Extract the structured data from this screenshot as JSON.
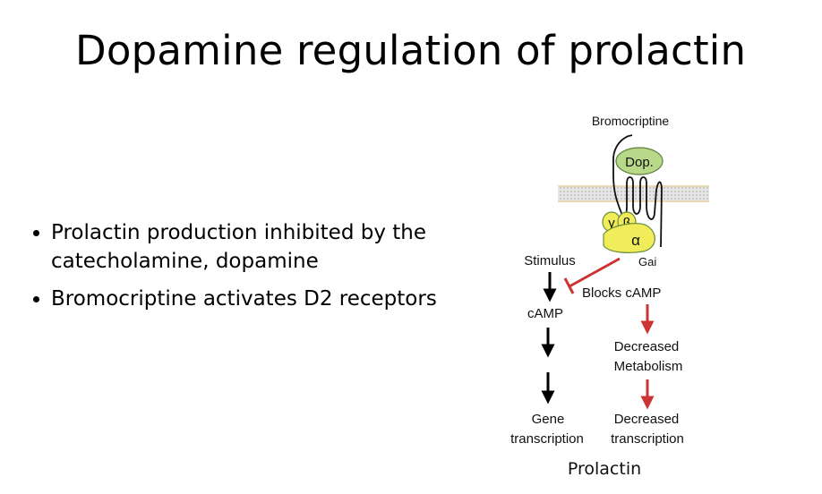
{
  "title": "Dopamine regulation of prolactin",
  "bullets": [
    "Prolactin production inhibited by the catecholamine, dopamine",
    "Bromocriptine activates D2 receptors"
  ],
  "diagram": {
    "top_label": "Bromocriptine",
    "ligand_label": "Dop.",
    "gamma_label": "γ",
    "beta_label": "β",
    "alpha_label": "α",
    "gai_label": "Gai",
    "stimulus_label": "Stimulus",
    "blocks_label": "Blocks cAMP",
    "camp_label": "cAMP",
    "decreased_metabolism_1": "Decreased",
    "decreased_metabolism_2": "Metabolism",
    "gene_1": "Gene",
    "gene_2": "transcription",
    "decreased_transcription_1": "Decreased",
    "decreased_transcription_2": "transcription",
    "bottom_label": "Prolactin",
    "colors": {
      "ligand_fill": "#b8d98a",
      "g_protein_fill": "#f1ec5a",
      "membrane": "#d9d9d9",
      "membrane_edge": "#e8cfa0",
      "inhibit_arrow": "#cc3333",
      "black_arrow": "#000000"
    }
  }
}
